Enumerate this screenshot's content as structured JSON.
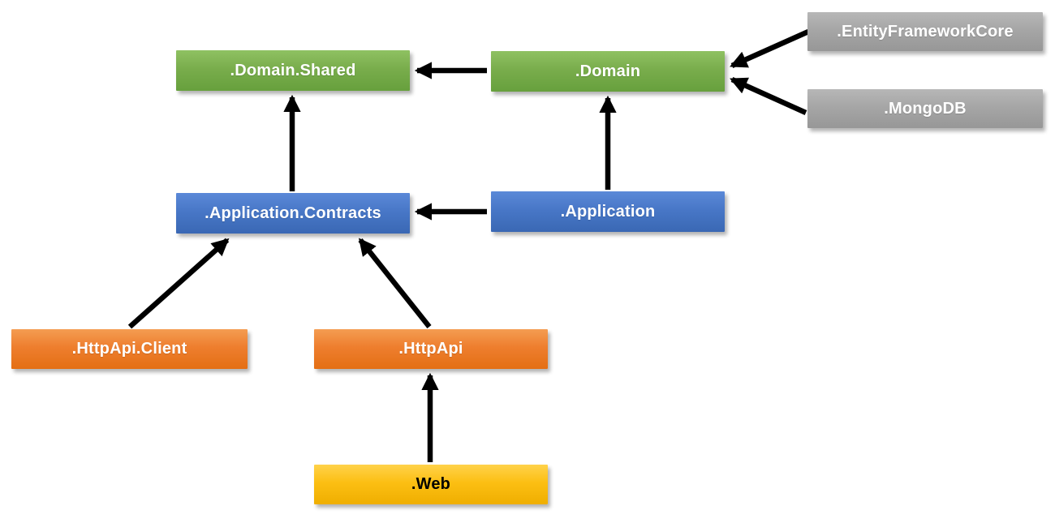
{
  "diagram": {
    "type": "dependency-diagram",
    "arrow_color": "#000000",
    "background_color": "#FFFFFF",
    "nodes": [
      {
        "id": "domain-shared",
        "label": ".Domain.Shared",
        "fill": "#70AD47",
        "text_color": "#FFFFFF"
      },
      {
        "id": "domain",
        "label": ".Domain",
        "fill": "#70AD47",
        "text_color": "#FFFFFF"
      },
      {
        "id": "entity-framework-core",
        "label": ".EntityFrameworkCore",
        "fill": "#A6A6A6",
        "text_color": "#FFFFFF"
      },
      {
        "id": "mongodb",
        "label": ".MongoDB",
        "fill": "#A6A6A6",
        "text_color": "#FFFFFF"
      },
      {
        "id": "application-contracts",
        "label": ".Application.Contracts",
        "fill": "#4472C4",
        "text_color": "#FFFFFF"
      },
      {
        "id": "application",
        "label": ".Application",
        "fill": "#4472C4",
        "text_color": "#FFFFFF"
      },
      {
        "id": "httpapi-client",
        "label": ".HttpApi.Client",
        "fill": "#ED7D31",
        "text_color": "#FFFFFF"
      },
      {
        "id": "httpapi",
        "label": ".HttpApi",
        "fill": "#ED7D31",
        "text_color": "#FFFFFF"
      },
      {
        "id": "web",
        "label": ".Web",
        "fill": "#FFC000",
        "text_color": "#000000"
      }
    ],
    "edges": [
      {
        "from": ".Domain",
        "to": ".Domain.Shared"
      },
      {
        "from": ".EntityFrameworkCore",
        "to": ".Domain"
      },
      {
        "from": ".MongoDB",
        "to": ".Domain"
      },
      {
        "from": ".Application.Contracts",
        "to": ".Domain.Shared"
      },
      {
        "from": ".Application",
        "to": ".Domain"
      },
      {
        "from": ".Application",
        "to": ".Application.Contracts"
      },
      {
        "from": ".HttpApi.Client",
        "to": ".Application.Contracts"
      },
      {
        "from": ".HttpApi",
        "to": ".Application.Contracts"
      },
      {
        "from": ".Web",
        "to": ".HttpApi"
      }
    ]
  }
}
